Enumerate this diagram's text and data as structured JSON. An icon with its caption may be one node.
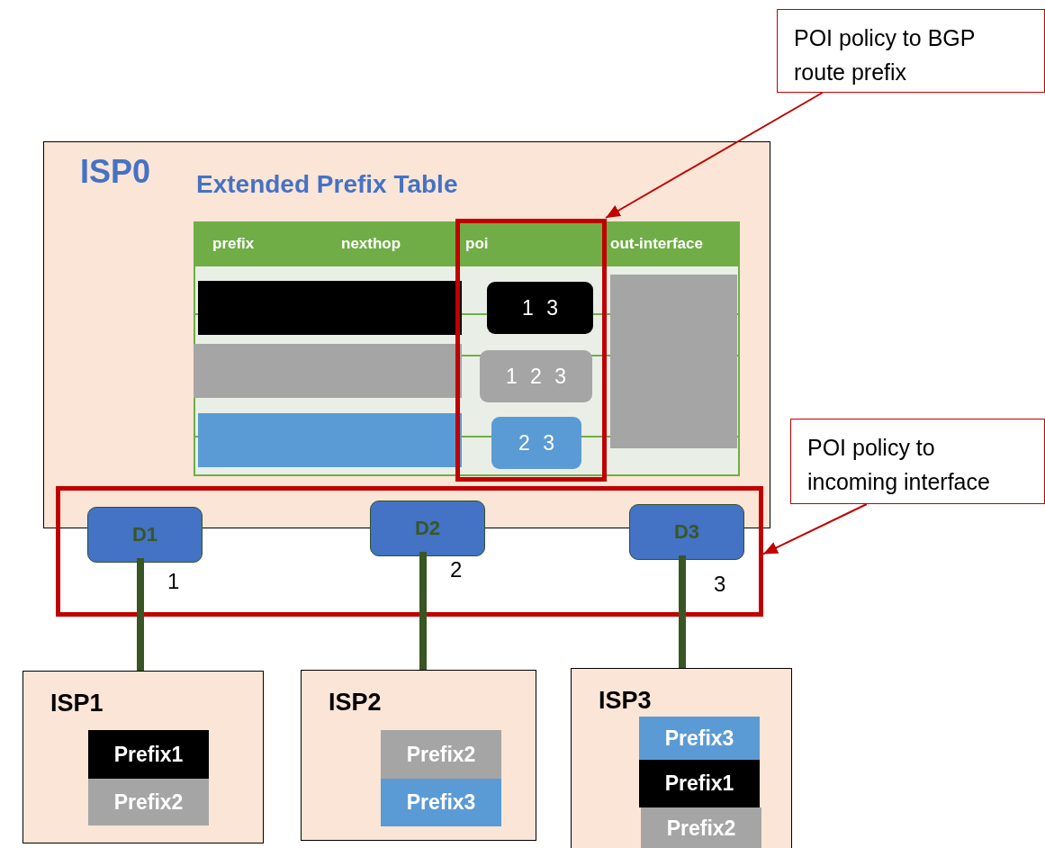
{
  "diagram": {
    "nodes": [
      {
        "text": [
          "ISP0"
        ]
      },
      {
        "text": [
          "Extended Prefix Table"
        ],
        "in": 0
      },
      {
        "text": [],
        "shape": "box",
        "in": 1
      },
      {
        "text": [
          "1 3"
        ],
        "in": 2
      },
      {
        "text": [
          "1 2 3"
        ],
        "in": 2
      },
      {
        "text": [
          "2 3"
        ],
        "in": 2
      },
      {
        "text": [],
        "shape": "box"
      },
      {
        "text": [
          "D1"
        ],
        "in": 6
      },
      {
        "text": [
          "D2"
        ],
        "in": 6
      },
      {
        "text": [
          "D3"
        ],
        "in": 6
      },
      {
        "text": [
          "ISP1"
        ]
      },
      {
        "text": [
          "Prefix1"
        ],
        "in": 10
      },
      {
        "text": [
          "Prefix2"
        ],
        "in": 10
      },
      {
        "text": [
          "ISP2"
        ]
      },
      {
        "text": [
          "Prefix2"
        ],
        "in": 13
      },
      {
        "text": [
          "Prefix3"
        ],
        "in": 13
      },
      {
        "text": [
          "ISP3"
        ]
      },
      {
        "text": [
          "Prefix3"
        ],
        "in": 16
      },
      {
        "text": [
          "Prefix1"
        ],
        "in": 16
      },
      {
        "text": [
          "Prefix2"
        ],
        "in": 16
      },
      {
        "text": [
          "POI policy to BGP route prefix"
        ]
      },
      {
        "text": [
          "POI policy to incoming interface"
        ]
      }
    ],
    "edges": [
      {
        "from": 20,
        "to": 2,
        "arrow": "to",
        "color": "#c00000"
      },
      {
        "from": 21,
        "to": 6,
        "arrow": "to",
        "color": "#c00000"
      },
      {
        "from": 7,
        "to": 10,
        "arrow": "none",
        "label": "1"
      },
      {
        "from": 8,
        "to": 13,
        "arrow": "none",
        "label": "2"
      },
      {
        "from": 9,
        "to": 16,
        "arrow": "none",
        "label": "3"
      }
    ],
    "labels": [
      "prefix",
      "nexthop",
      "poi",
      "out-interface"
    ]
  }
}
